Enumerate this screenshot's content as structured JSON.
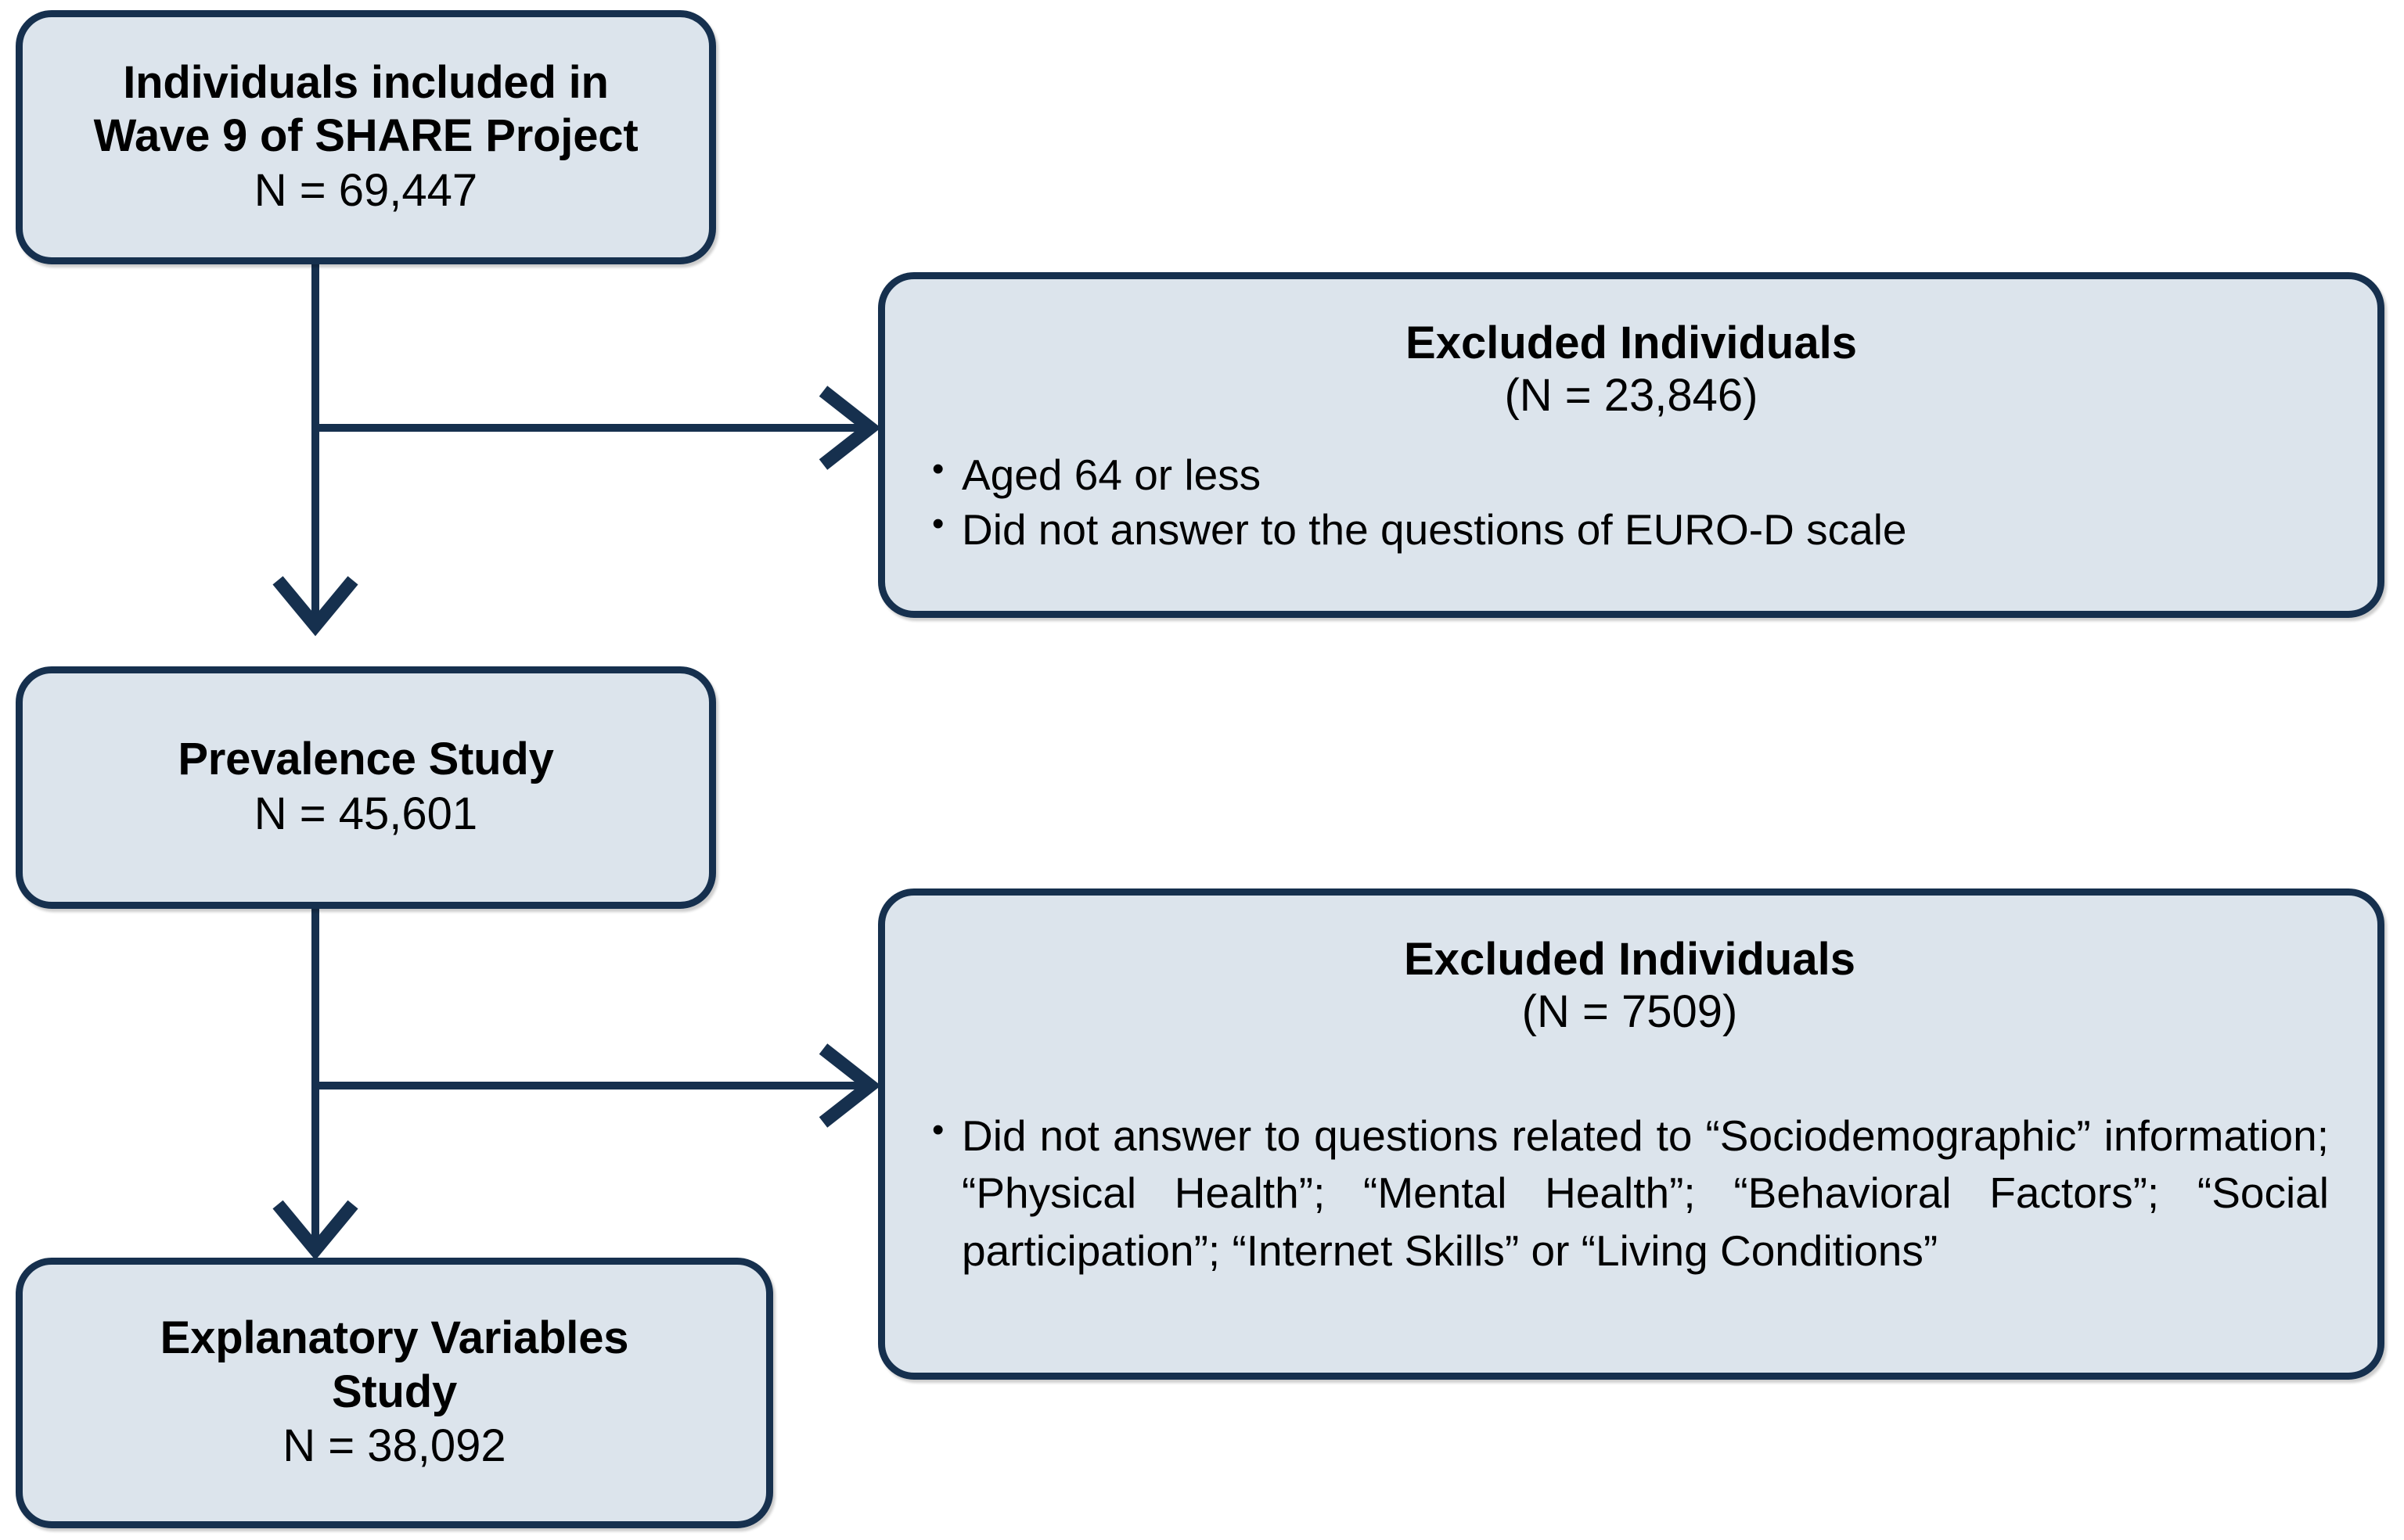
{
  "diagram": {
    "type": "study-flow-diagram",
    "colors": {
      "box_fill": "#dce4ec",
      "box_border": "#16304e",
      "connector": "#16304e",
      "text": "#000000",
      "background": "#ffffff"
    },
    "nodes": {
      "wave9": {
        "title_line1": "Individuals included in",
        "title_line2": "Wave 9 of SHARE Project",
        "count": "N = 69,447"
      },
      "prevalence": {
        "title_line1": "Prevalence Study",
        "count": "N = 45,601"
      },
      "explanatory": {
        "title_line1": "Explanatory Variables",
        "title_line2": "Study",
        "count": "N = 38,092"
      },
      "excluded_1": {
        "heading": "Excluded Individuals",
        "count": "(N = 23,846)",
        "reasons": [
          "Aged 64 or less",
          "Did not answer to the questions of EURO-D scale"
        ]
      },
      "excluded_2": {
        "heading": "Excluded Individuals",
        "count": "(N = 7509)",
        "reasons": [
          "Did not answer to questions related to “Sociodemographic” information; “Physical Health”; “Mental Health”; “Behavioral Factors”; “Social participation”; “Internet Skills” or “Living Conditions”"
        ]
      }
    },
    "edges": [
      {
        "from": "wave9",
        "to": "excluded_1",
        "direction": "right"
      },
      {
        "from": "wave9",
        "to": "prevalence",
        "direction": "down"
      },
      {
        "from": "prevalence",
        "to": "excluded_2",
        "direction": "right"
      },
      {
        "from": "prevalence",
        "to": "explanatory",
        "direction": "down"
      }
    ]
  }
}
